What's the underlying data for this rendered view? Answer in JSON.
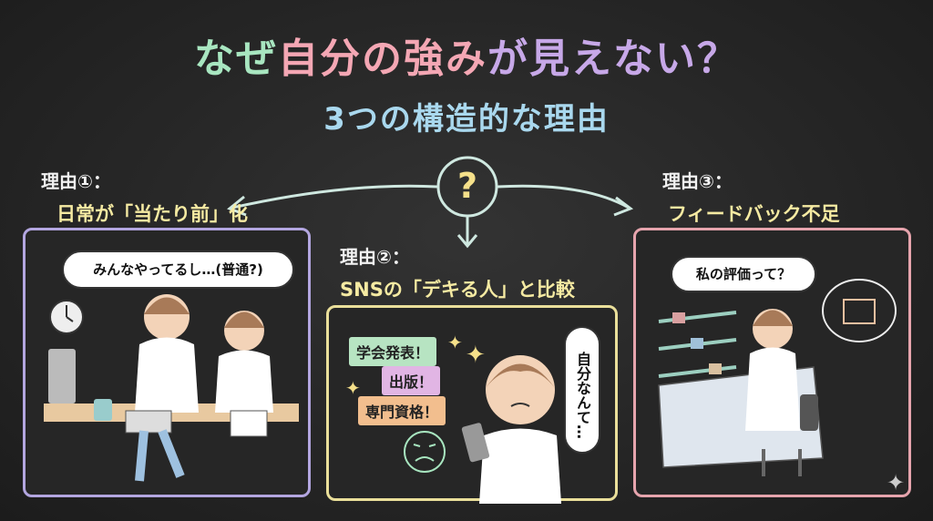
{
  "title": {
    "part1": "なぜ",
    "part2": "自分の強み",
    "part3": "が見えない？"
  },
  "subtitle": "3つの構造的な理由",
  "center_mark": "?",
  "reasons": [
    {
      "label": "理由①：",
      "heading": "日常が「当たり前」化",
      "speech": "みんなやってるし…(普通?)"
    },
    {
      "label": "理由②：",
      "heading": "SNSの「デキる人」と比較",
      "speech": "自分なんて…",
      "tags": [
        "学会発表！",
        "出版！",
        "専門資格！"
      ]
    },
    {
      "label": "理由③：",
      "heading": "フィードバック不足",
      "speech": "私の評価って？"
    }
  ],
  "colors": {
    "green": "#a8e6c0",
    "pink": "#f4a7b4",
    "purple": "#c7a8e8",
    "blue": "#a9d8ee",
    "yellow": "#f5eaa2"
  }
}
